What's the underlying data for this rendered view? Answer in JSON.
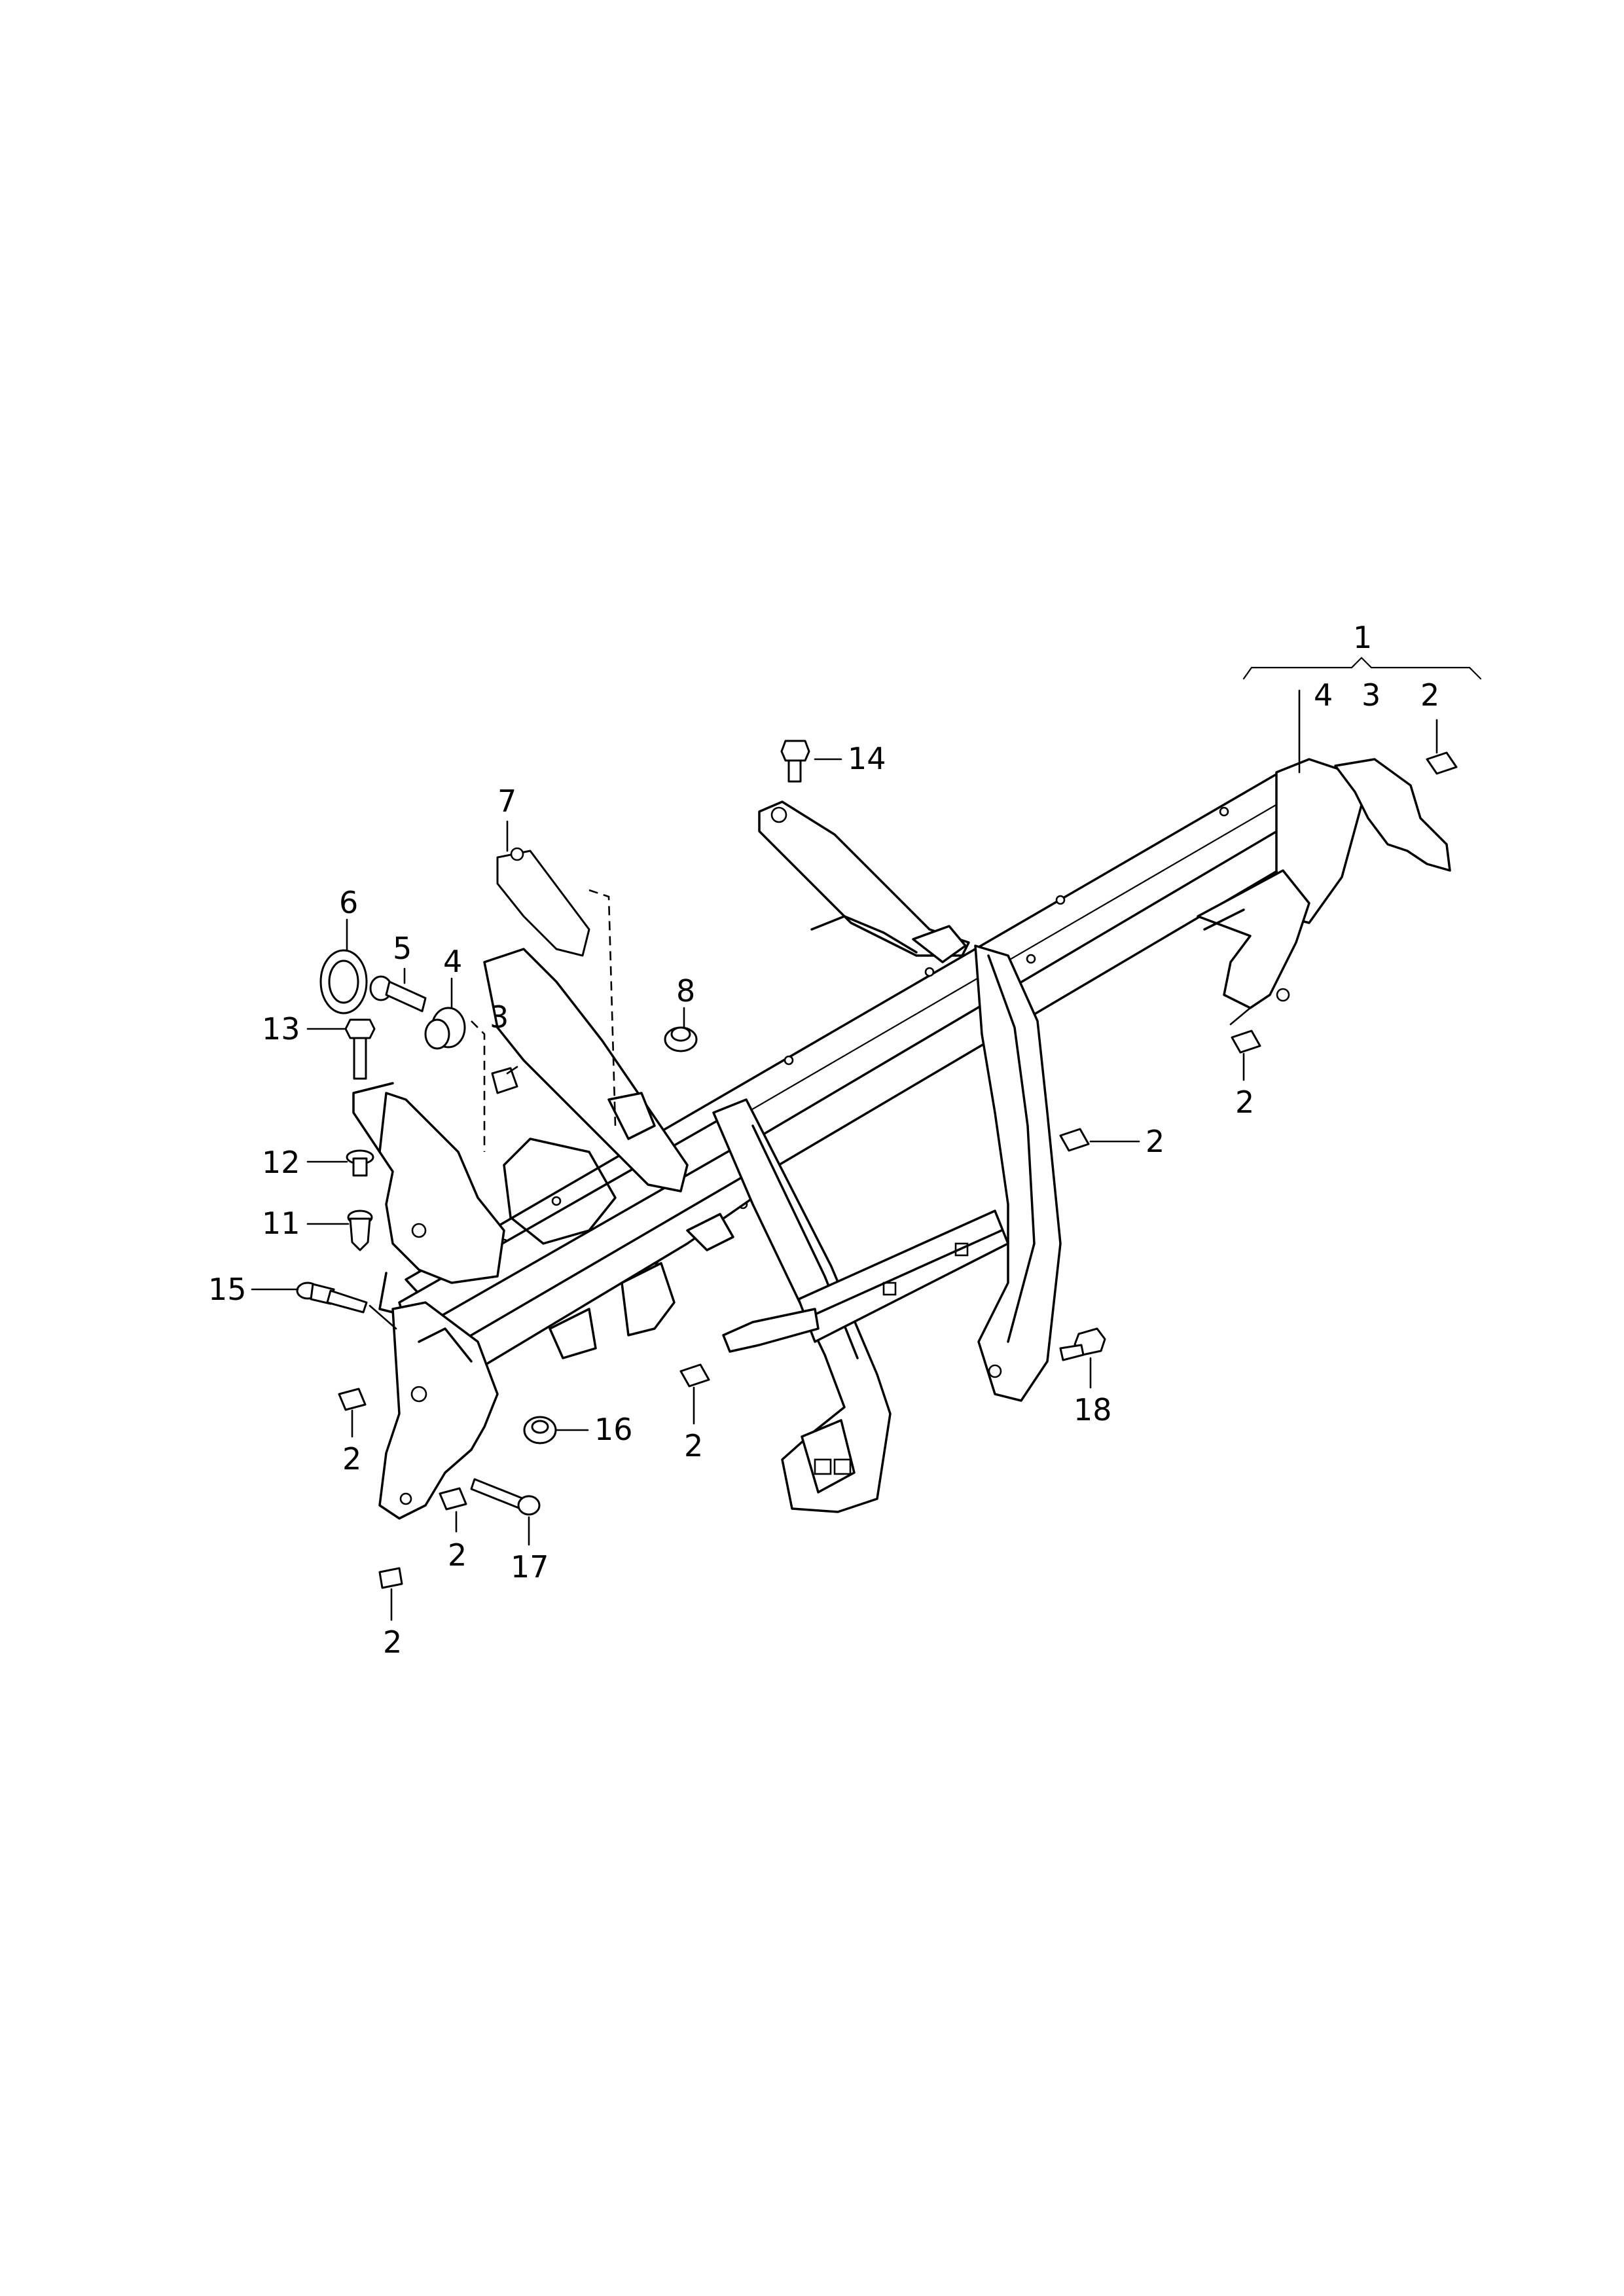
{
  "diagram": {
    "group_label": "1",
    "group_members": [
      "4",
      "3",
      "2"
    ],
    "callouts": [
      {
        "id": "c1",
        "label": "1"
      },
      {
        "id": "c4a",
        "label": "4"
      },
      {
        "id": "c3a",
        "label": "3"
      },
      {
        "id": "c2a",
        "label": "2"
      },
      {
        "id": "c14",
        "label": "14"
      },
      {
        "id": "c7",
        "label": "7"
      },
      {
        "id": "c6",
        "label": "6"
      },
      {
        "id": "c5",
        "label": "5"
      },
      {
        "id": "c4b",
        "label": "4"
      },
      {
        "id": "c3b",
        "label": "3"
      },
      {
        "id": "c8",
        "label": "8"
      },
      {
        "id": "c13",
        "label": "13"
      },
      {
        "id": "c12",
        "label": "12"
      },
      {
        "id": "c11",
        "label": "11"
      },
      {
        "id": "c15",
        "label": "15"
      },
      {
        "id": "c2b",
        "label": "2"
      },
      {
        "id": "c2c",
        "label": "2"
      },
      {
        "id": "c2d",
        "label": "2"
      },
      {
        "id": "c2e",
        "label": "2"
      },
      {
        "id": "c16",
        "label": "16"
      },
      {
        "id": "c2f",
        "label": "2"
      },
      {
        "id": "c2g",
        "label": "2"
      },
      {
        "id": "c17",
        "label": "17"
      },
      {
        "id": "c18",
        "label": "18"
      }
    ]
  },
  "colors": {
    "line": "#000000",
    "background": "#ffffff"
  }
}
